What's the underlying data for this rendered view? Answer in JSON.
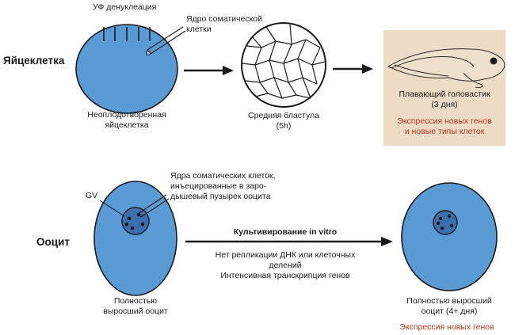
{
  "top_row": {
    "label": "Яйцеклетка",
    "uv_label": "УФ денуклеация",
    "somatic_nucleus_label": [
      "Ядро соматической",
      "клетки"
    ],
    "egg_caption": [
      "Неоплодотворенная",
      "яйцеклетка"
    ],
    "blastula_caption": [
      "Средняя бластула",
      "(5h)"
    ],
    "tadpole_caption": [
      "Плавающий головастик",
      "(3 дня)"
    ],
    "tadpole_expression": [
      "Экспрессия новых генов",
      "и новые типы клеток"
    ]
  },
  "bottom_row": {
    "label": "Ооцит",
    "gv_label": "GV",
    "injection_label": [
      "Ядра соматических клеток,",
      "инъецированные в заро-",
      "дышевый пузырек ооцита"
    ],
    "arrow_title": "Культивирование in vitro",
    "arrow_notes": [
      "Нет репликации ДНК или клеточных",
      "делений",
      "Интенсивная транскрипция генов"
    ],
    "oocyte_caption": [
      "Полностью",
      "выросший ооцит"
    ],
    "grown_oocyte_caption": [
      "Полностью выросший",
      "ооцит (4+ дня)"
    ],
    "expression_label": "Экспрессия новых генов"
  },
  "colors": {
    "cell_fill": "#5b9bd5",
    "gv_fill": "#3b6fb0",
    "expression_text": "#b5361f",
    "photo_background": "#eedbc6"
  }
}
